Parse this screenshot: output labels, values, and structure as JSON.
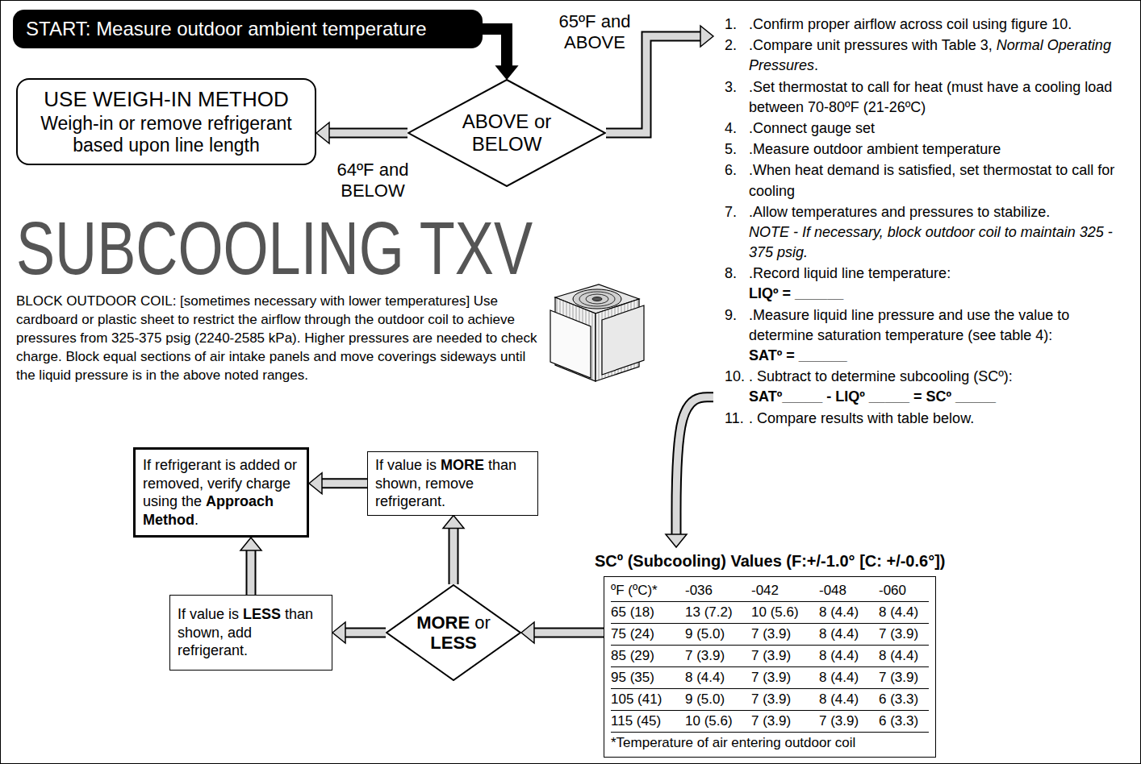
{
  "diagram": {
    "title": "SUBCOOLING TXV",
    "nodes": [
      {
        "text": [
          "START: Measure outdoor ambient temperature"
        ]
      },
      {
        "text": [
          "ABOVE or BELOW"
        ]
      },
      {
        "text": [
          "USE WEIGH-IN METHOD",
          "Weigh-in or remove refrigerant based upon line length"
        ]
      },
      {
        "text": [
          "1.",
          ".Confirm proper airflow across coil using figure 10.",
          "2.",
          ".Compare unit pressures with Table 3, Normal Operating Pressures.",
          "3.",
          ".Set thermostat to call for heat (must have a cooling load between 70-80ºF (21-26ºC)",
          "4.",
          ".Connect gauge set",
          "5.",
          ".Measure outdoor ambient temperature",
          "6.",
          ".When heat demand is satisfied, set thermostat to call for cooling",
          "7.",
          ".Allow temperatures and pressures to stabilize.",
          "NOTE - If necessary, block outdoor coil to maintain 325 - 375 psig.",
          "8.",
          ".Record liquid line temperature:",
          "LIQº = ______",
          "9.",
          ".Measure liquid line pressure and use the value to determine saturation temperature (see table 4):",
          "SATº = ______",
          "10.",
          ". Subtract to determine subcooling (SCº):",
          "SATº_____ - LIQº _____ = SCº _____",
          "11.",
          ". Compare results with table below."
        ]
      },
      {
        "text": [
          "SCº (Subcooling) Values (F:+/-1.0° [C: +/-0.6°])",
          "ºF (ºC)*",
          "-036",
          "-042",
          "-048",
          "-060",
          "65 (18)",
          "13 (7.2)",
          "10 (5.6)",
          "8 (4.4)",
          "8 (4.4)",
          "75 (24)",
          "9 (5.0)",
          "7 (3.9)",
          "8 (4.4)",
          "7 (3.9)",
          "85 (29)",
          "7 (3.9)",
          "7 (3.9)",
          "8 (4.4)",
          "8 (4.4)",
          "95 (35)",
          "8 (4.4)",
          "7 (3.9)",
          "8 (4.4)",
          "7 (3.9)",
          "105 (41)",
          "9 (5.0)",
          "7 (3.9)",
          "8 (4.4)",
          "6 (3.3)",
          "115 (45)",
          "10 (5.6)",
          "7 (3.9)",
          "7 (3.9)",
          "6 (3.3)",
          "*Temperature of air entering outdoor coil"
        ]
      },
      {
        "text": [
          "MORE or LESS"
        ]
      },
      {
        "text": [
          "If value is MORE than shown, remove refrigerant."
        ]
      },
      {
        "text": [
          "If value is LESS than shown, add refrigerant."
        ]
      },
      {
        "text": [
          "If refrigerant is added or removed, verify charge using the Approach Method."
        ]
      }
    ],
    "edges": [
      {
        "from": 0,
        "to": 1,
        "arrow": "to"
      },
      {
        "from": 1,
        "to": 2,
        "arrow": "to",
        "label": "64ºF and BELOW"
      },
      {
        "from": 1,
        "to": 3,
        "arrow": "to",
        "label": "65ºF and ABOVE"
      },
      {
        "from": 3,
        "to": 4,
        "arrow": "to"
      },
      {
        "from": 4,
        "to": 5,
        "arrow": "to"
      },
      {
        "from": 5,
        "to": 6,
        "arrow": "to"
      },
      {
        "from": 5,
        "to": 7,
        "arrow": "to"
      },
      {
        "from": 7,
        "to": 8,
        "arrow": "to"
      },
      {
        "from": 6,
        "to": 8,
        "arrow": "to"
      }
    ],
    "labels": [
      "BLOCK OUTDOOR COIL: [sometimes necessary with lower temperatures] Use cardboard or plastic sheet to restrict the airflow through the outdoor coil to achieve pressures from 325-375 psig (2240-2585 kPa). Higher pressures are needed to check charge. Block equal sections of air intake panels and move coverings sideways until the liquid pressure is in the above noted ranges."
    ]
  }
}
